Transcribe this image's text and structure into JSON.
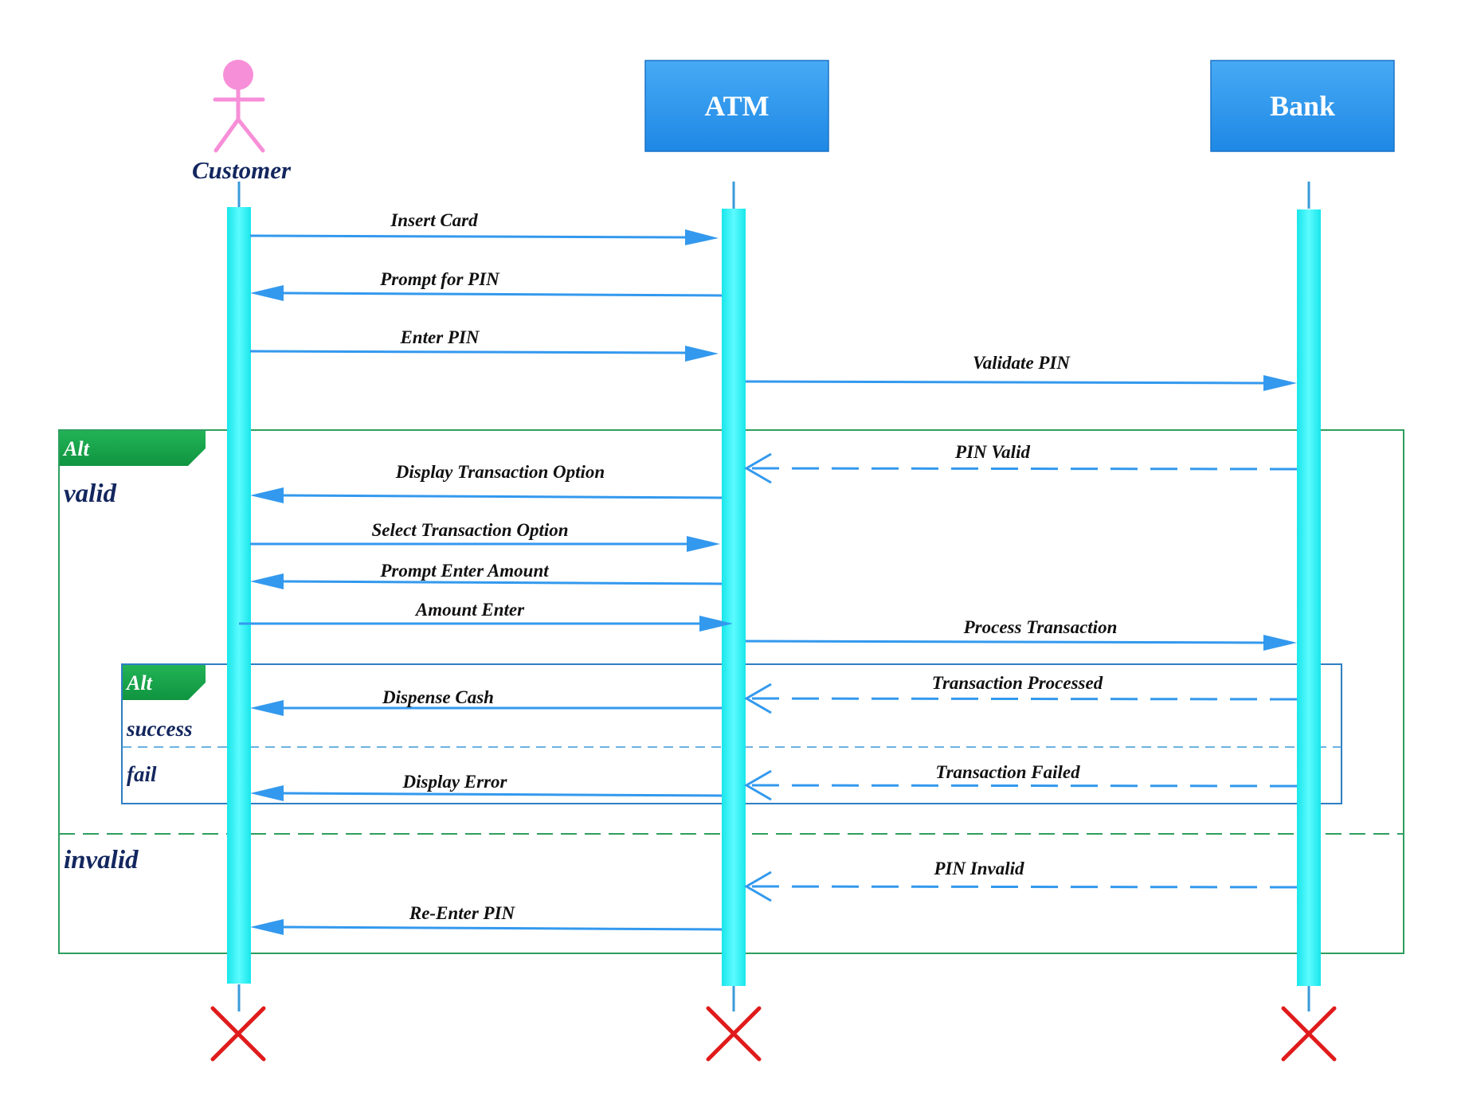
{
  "participants": {
    "customer": {
      "name": "Customer"
    },
    "atm": {
      "name": "ATM"
    },
    "bank": {
      "name": "Bank"
    }
  },
  "fragments": {
    "outer": {
      "tag": "Alt",
      "guard_valid": "valid",
      "guard_invalid": "invalid"
    },
    "inner": {
      "tag": "Alt",
      "guard_success": "success",
      "guard_fail": "fail"
    }
  },
  "messages": [
    {
      "label": "Insert Card",
      "from": "customer",
      "to": "atm",
      "style": "solid"
    },
    {
      "label": "Prompt for PIN",
      "from": "atm",
      "to": "customer",
      "style": "solid"
    },
    {
      "label": "Enter PIN",
      "from": "customer",
      "to": "atm",
      "style": "solid"
    },
    {
      "label": "Validate PIN",
      "from": "atm",
      "to": "bank",
      "style": "solid"
    },
    {
      "label": "PIN Valid",
      "from": "bank",
      "to": "atm",
      "style": "dashed"
    },
    {
      "label": "Display Transaction Option",
      "from": "atm",
      "to": "customer",
      "style": "solid"
    },
    {
      "label": "Select Transaction Option",
      "from": "customer",
      "to": "atm",
      "style": "solid"
    },
    {
      "label": "Prompt Enter Amount",
      "from": "atm",
      "to": "customer",
      "style": "solid"
    },
    {
      "label": "Amount Enter",
      "from": "customer",
      "to": "atm",
      "style": "solid"
    },
    {
      "label": "Process Transaction",
      "from": "atm",
      "to": "bank",
      "style": "solid"
    },
    {
      "label": "Transaction Processed",
      "from": "bank",
      "to": "atm",
      "style": "dashed"
    },
    {
      "label": "Dispense Cash",
      "from": "atm",
      "to": "customer",
      "style": "solid"
    },
    {
      "label": "Transaction Failed",
      "from": "bank",
      "to": "atm",
      "style": "dashed"
    },
    {
      "label": "Display Error",
      "from": "atm",
      "to": "customer",
      "style": "solid"
    },
    {
      "label": "PIN Invalid",
      "from": "bank",
      "to": "atm",
      "style": "dashed"
    },
    {
      "label": "Re-Enter PIN",
      "from": "atm",
      "to": "customer",
      "style": "solid"
    }
  ],
  "colors": {
    "actor": "#f78fd8",
    "header_box": "#2196f3",
    "activation": "#20eef0",
    "lifeline": "#3a9ad9",
    "arrow": "#3399ee",
    "fragment_outer": "#2e9e5f",
    "fragment_inner": "#2e7fc2",
    "fragment_tag": "#17a34a",
    "destroy": "#e01b1b"
  }
}
